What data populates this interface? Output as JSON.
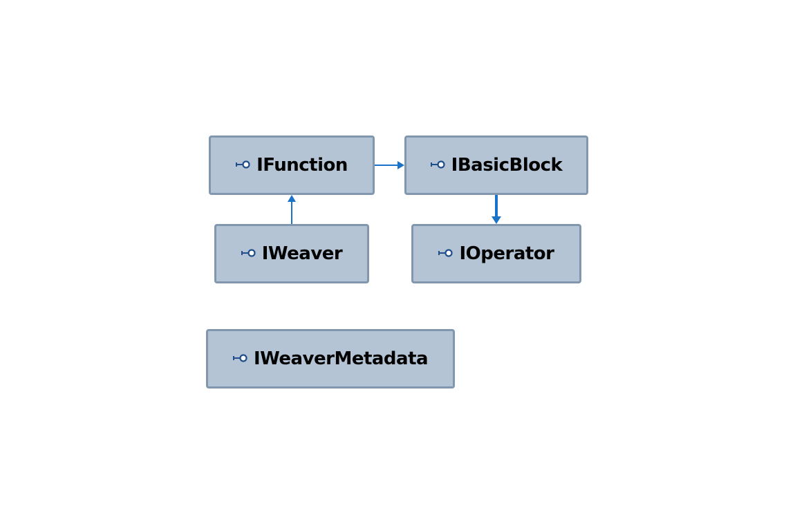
{
  "diagram": {
    "type": "class-diagram",
    "colors": {
      "node_fill": "#b4c4d4",
      "node_border": "#8097ae",
      "edge": "#1a73c9",
      "icon": "#1f4e8c"
    },
    "nodes": [
      {
        "id": "ifunction",
        "label": "IFunction",
        "icon": "interface-icon"
      },
      {
        "id": "ibasicblock",
        "label": "IBasicBlock",
        "icon": "interface-icon"
      },
      {
        "id": "iweaver",
        "label": "IWeaver",
        "icon": "interface-icon"
      },
      {
        "id": "ioperator",
        "label": "IOperator",
        "icon": "interface-icon"
      },
      {
        "id": "iweavermetadata",
        "label": "IWeaverMetadata",
        "icon": "interface-icon"
      }
    ],
    "edges": [
      {
        "from": "ifunction",
        "to": "ibasicblock"
      },
      {
        "from": "iweaver",
        "to": "ifunction"
      },
      {
        "from": "ibasicblock",
        "to": "ioperator"
      }
    ]
  }
}
